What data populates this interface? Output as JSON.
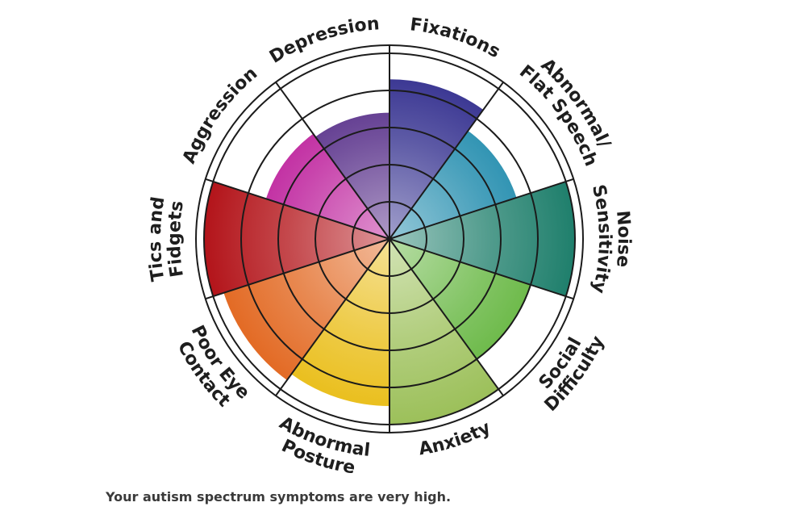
{
  "chart_data": {
    "type": "polar-area",
    "scale_max": 5,
    "rings": 5,
    "segments": [
      {
        "name": "Fixations",
        "label_lines": [
          "Fixations"
        ],
        "value": 4.3,
        "color": "#2e2a8c"
      },
      {
        "name": "Abnormal/ Flat Speech",
        "label_lines": [
          "Abnormal/",
          "Flat Speech"
        ],
        "value": 3.6,
        "color": "#1284a8"
      },
      {
        "name": "Noise Sensitivity",
        "label_lines": [
          "Noise",
          "Sensitivity"
        ],
        "value": 5.0,
        "color": "#1f7f6c"
      },
      {
        "name": "Social Difficulty",
        "label_lines": [
          "Social",
          "Difficulty"
        ],
        "value": 4.0,
        "color": "#5fb338"
      },
      {
        "name": "Anxiety",
        "label_lines": [
          "Anxiety"
        ],
        "value": 5.0,
        "color": "#9cc05a"
      },
      {
        "name": "Abnormal Posture",
        "label_lines": [
          "Abnormal",
          "Posture"
        ],
        "value": 4.5,
        "color": "#e9bc13"
      },
      {
        "name": "Poor Eye Contact",
        "label_lines": [
          "Poor Eye",
          "Contact"
        ],
        "value": 4.7,
        "color": "#e2661e"
      },
      {
        "name": "Tics and Fidgets",
        "label_lines": [
          "Tics and",
          "Fidgets"
        ],
        "value": 5.0,
        "color": "#b3141a"
      },
      {
        "name": "Aggression",
        "label_lines": [
          "Aggression"
        ],
        "value": 3.5,
        "color": "#b80f94"
      },
      {
        "name": "Depression",
        "label_lines": [
          "Depression"
        ],
        "value": 3.4,
        "color": "#4a1f80"
      }
    ]
  },
  "result": {
    "text": "Your autism spectrum symptoms are very high."
  }
}
